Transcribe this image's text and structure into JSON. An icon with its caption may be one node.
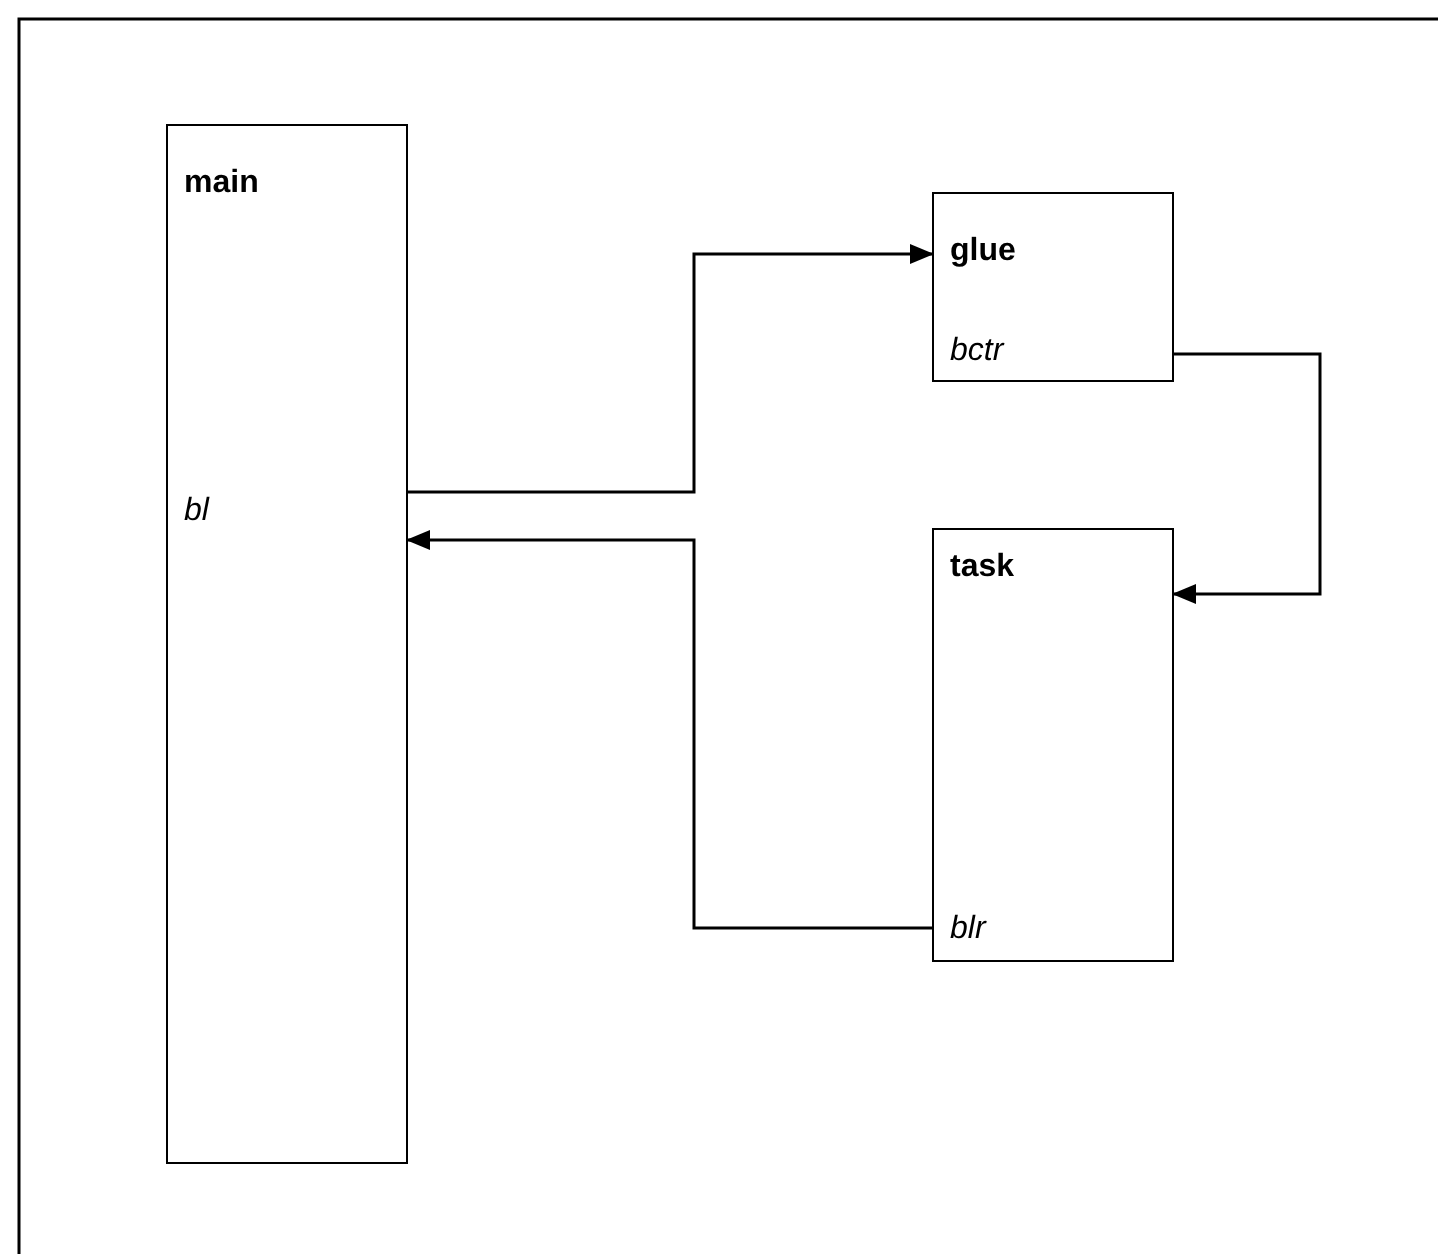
{
  "diagram": {
    "nodes": [
      {
        "text": [
          "main",
          "bl"
        ]
      },
      {
        "text": [
          "glue",
          "bctr"
        ]
      },
      {
        "text": [
          "task",
          "blr"
        ]
      }
    ],
    "edges": [
      {
        "from": 0,
        "to": 1,
        "arrow": "to"
      },
      {
        "from": 1,
        "to": 2,
        "arrow": "to"
      },
      {
        "from": 2,
        "to": 0,
        "arrow": "to"
      }
    ]
  }
}
